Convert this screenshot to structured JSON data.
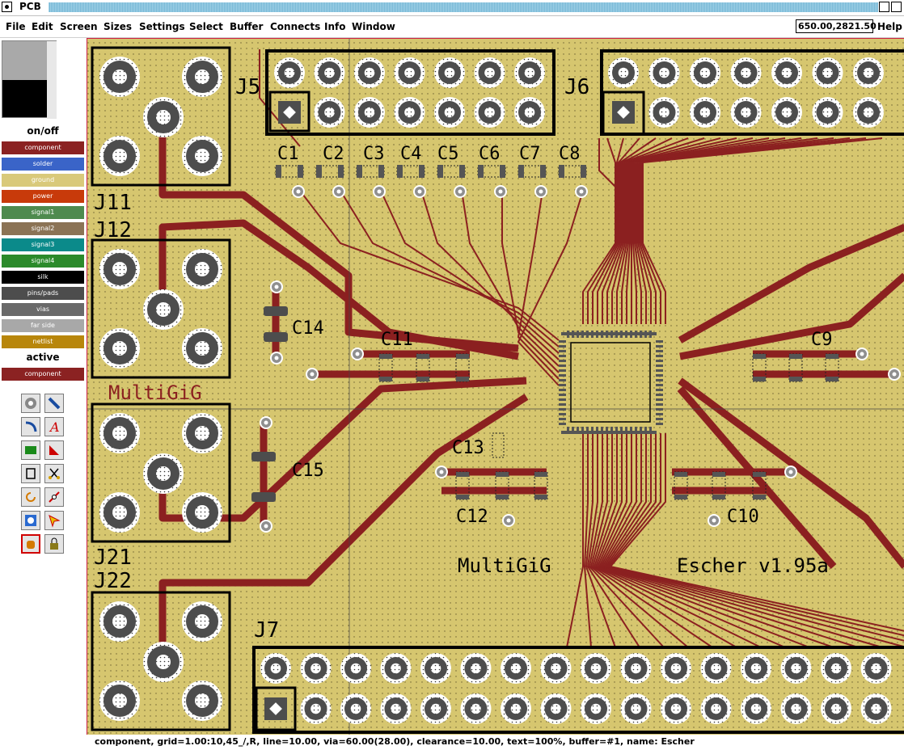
{
  "window": {
    "title": "PCB"
  },
  "menu": {
    "items": [
      "File",
      "Edit",
      "Screen",
      "Sizes",
      "Settings",
      "Select",
      "Buffer",
      "Connects",
      "Info",
      "Window"
    ],
    "coordinates": "650.00,2821.50",
    "help": "Help"
  },
  "layers": {
    "onoff_label": "on/off",
    "items": [
      {
        "name": "component",
        "color": "#8b2222"
      },
      {
        "name": "solder",
        "color": "#3a64c8"
      },
      {
        "name": "ground",
        "color": "#d9c97a"
      },
      {
        "name": "power",
        "color": "#c83a0a"
      },
      {
        "name": "signal1",
        "color": "#4e8a4e"
      },
      {
        "name": "signal2",
        "color": "#8b7355"
      },
      {
        "name": "signal3",
        "color": "#0b8a8a"
      },
      {
        "name": "signal4",
        "color": "#2b8a2b"
      },
      {
        "name": "silk",
        "color": "#000000"
      },
      {
        "name": "pins/pads",
        "color": "#4d4d4d"
      },
      {
        "name": "vias",
        "color": "#6a6a6a"
      },
      {
        "name": "far side",
        "color": "#a8a8a8"
      },
      {
        "name": "netlist",
        "color": "#b8860b"
      }
    ],
    "active_label": "active",
    "active": {
      "name": "component",
      "color": "#8b2222"
    }
  },
  "tools": [
    "via-tool",
    "line-tool",
    "arc-tool",
    "text-tool",
    "rectangle-tool",
    "polygon-tool",
    "buffer-tool",
    "cut-tool",
    "rotate-tool",
    "insert-point-tool",
    "thermal-tool",
    "arrow-tool",
    "pan-tool",
    "lock-tool"
  ],
  "board": {
    "background": "#d6c66f",
    "trace_color": "#8b2020",
    "designators": [
      "J5",
      "J6",
      "J7",
      "J11",
      "J12",
      "J21",
      "J22",
      "C1",
      "C2",
      "C3",
      "C4",
      "C5",
      "C6",
      "C7",
      "C8",
      "C9",
      "C10",
      "C11",
      "C12",
      "C13",
      "C14",
      "C15"
    ],
    "texts": {
      "multigig_red": "MultiGiG",
      "multigig_black": "MultiGiG",
      "escher": "Escher v1.95a"
    }
  },
  "status": "component, grid=1.00:10,45_/,R, line=10.00, via=60.00(28.00), clearance=10.00, text=100%, buffer=#1, name: Escher"
}
